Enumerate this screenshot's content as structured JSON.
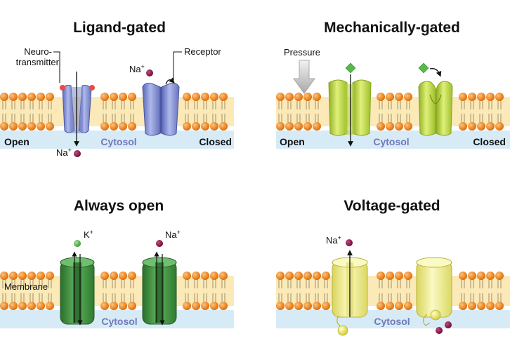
{
  "panels": {
    "ligand": {
      "title": "Ligand-gated",
      "neuro_line1": "Neuro-",
      "neuro_line2": "transmitter",
      "receptor": "Receptor",
      "ion": "Na",
      "ion_charge": "+",
      "open": "Open",
      "cytosol": "Cytosol",
      "closed": "Closed"
    },
    "mechanical": {
      "title": "Mechanically-gated",
      "pressure": "Pressure",
      "open": "Open",
      "cytosol": "Cytosol",
      "closed": "Closed"
    },
    "always": {
      "title": "Always open",
      "ion1": "K",
      "ion1_charge": "+",
      "ion2": "Na",
      "ion2_charge": "+",
      "membrane": "Membrane",
      "cytosol": "Cytosol"
    },
    "voltage": {
      "title": "Voltage-gated",
      "ion": "Na",
      "ion_charge": "+",
      "cytosol": "Cytosol"
    }
  },
  "colors": {
    "lipid_head": "#f08a1c",
    "lipid_tail": "#fbe9b8",
    "cytosol": "#d7ebf7",
    "ligand_channel": "#8f9bd6",
    "mech_channel": "#b9d64a",
    "always_channel": "#3d8f3d",
    "voltage_channel": "#f1ee9a",
    "sodium_ion": "#8b1a4a",
    "potassium_ion": "#5cb85c",
    "ligand_dot": "#e84a4a",
    "pressure_dot": "#58b94a"
  }
}
